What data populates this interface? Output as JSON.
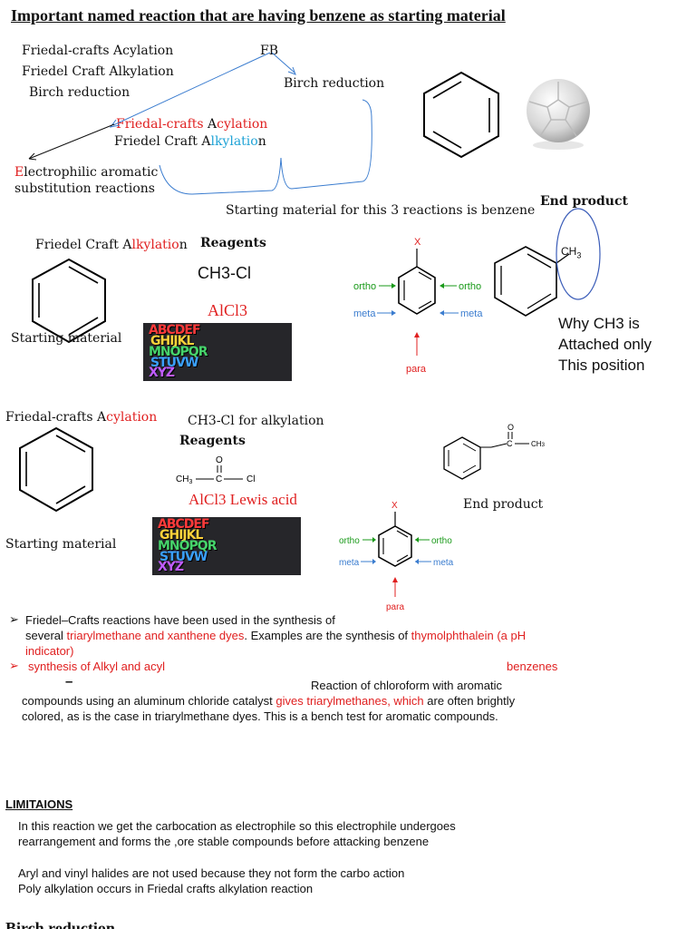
{
  "title": "Important named reaction that are having benzene as starting material",
  "top_list": {
    "item1": "Friedal-crafts Acylation",
    "item2": "Friedel Craft Alkylation",
    "item3": "Birch reduction",
    "fb": "FB",
    "birch_right": "Birch reduction",
    "acyl_a": "Friedal-crafts ",
    "acyl_b": "A",
    "acyl_c": "cylation",
    "alk_a": "Friedel Craft A",
    "alk_b": "lkylatio",
    "alk_c": "n",
    "eas_e": "E",
    "eas_line1": "lectrophilic aromatic",
    "eas_line2": "substitution reactions",
    "starting_note": "Starting material for this 3 reactions is benzene"
  },
  "alkylation": {
    "name_a": "Friedel Craft A",
    "name_b": "lkylatio",
    "name_c": "n",
    "reagents_label": "Reagents",
    "reagent1": "CH3-Cl",
    "reagent2": "AlCl3",
    "starting_material": "Starting material",
    "end_product_label": "End product",
    "ch3": "CH",
    "ch3_sub": "3",
    "question1": "Why CH3 is",
    "question2": "Attached only",
    "question3": "This position"
  },
  "positions": {
    "x": "X",
    "ortho": "ortho",
    "meta": "meta",
    "para": "para"
  },
  "alphabet": {
    "row1": "ABCDEF",
    "row2": "GHIJKL",
    "row3": "MNOPQR",
    "row4": "STUVW",
    "row5": "XYZ"
  },
  "acylation": {
    "name_a": "Friedal-crafts A",
    "name_b": "cylation",
    "note": "CH3-Cl for alkylation",
    "reagents_label": "Reagents",
    "o": "O",
    "ch3": "CH",
    "ch3_sub": "3",
    "c": "C",
    "cl": "Cl",
    "lewis": "AlCl3 Lewis acid",
    "starting_material": "Starting material",
    "end_product": "End product"
  },
  "bullets": {
    "b1_line1": "Friedel–Crafts reactions have been used in the synthesis of",
    "b1_line2a": "several ",
    "b1_line2b": "triarylmethane and xanthene dyes",
    "b1_line2c": ". Examples are the synthesis of ",
    "b1_line2d": "thymolphthalein (a pH",
    "b1_line3": "indicator)",
    "b2_a": "synthesis of Alkyl and acyl",
    "b2_b": "benzenes",
    "dash": "–",
    "chloroform1": "Reaction of chloroform with aromatic",
    "chloroform2a": "compounds using an aluminum chloride catalyst ",
    "chloroform2b": "gives triarylmethanes, which",
    "chloroform2c": " are often brightly",
    "chloroform3": "colored, as is the case in triarylmethane dyes. This is a bench test for aromatic compounds."
  },
  "limitations": {
    "heading": "LIMITAIONS",
    "p1_line1": "In this reaction we get the carbocation as electrophile so this electrophile undergoes",
    "p1_line2": "rearrangement and forms the ,ore stable compounds before attacking benzene",
    "p2_line1": "Aryl and vinyl halides are not used because they not form the carbo action",
    "p2_line2": "Poly alkylation occurs in Friedal crafts alkylation reaction"
  },
  "birch_heading": "Birch reduction",
  "colors": {
    "red": "#e02020",
    "cyan": "#1fa3d6",
    "arrow_blue": "#3a7ccf",
    "green": "#1a9a1a"
  }
}
